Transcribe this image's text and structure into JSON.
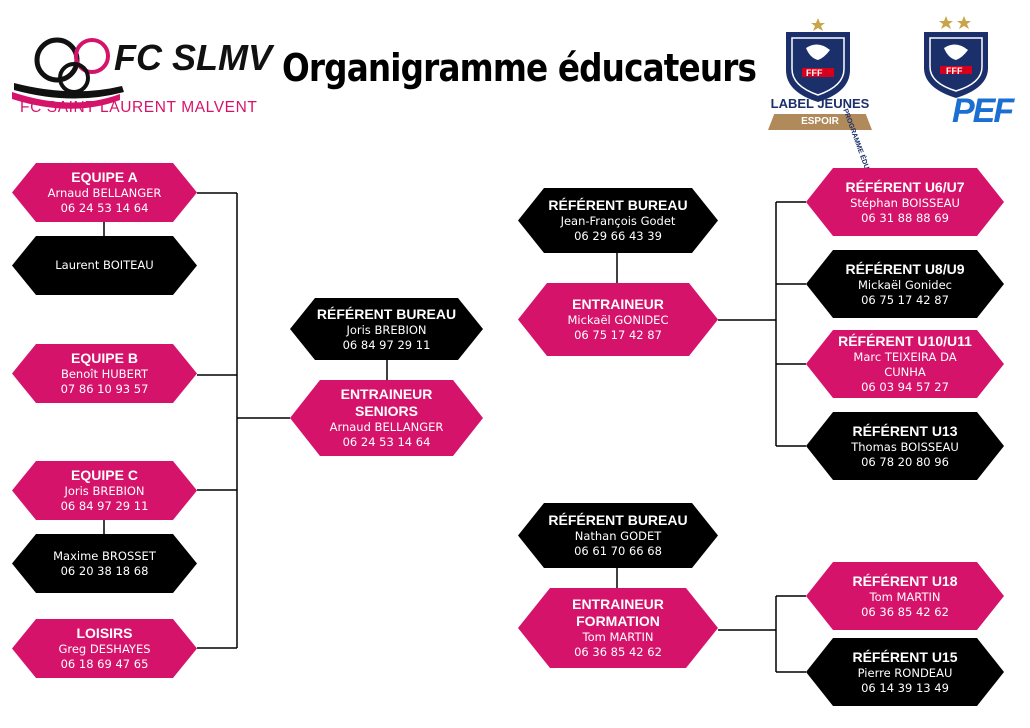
{
  "header": {
    "title": "Organigramme éducateurs",
    "club_logo_text": "FC SLMV",
    "club_full_name": "FC SAINT LAURENT MALVENT",
    "label_line1": "LABEL JEUNES",
    "label_line2": "ESPOIR",
    "fff_text": "FFF",
    "pef_text": "PEF",
    "pef_vertical": "PROGRAMME ÉDUCATIF FÉDÉRAL"
  },
  "colors": {
    "pink": "#d6136b",
    "black": "#000000",
    "fff_navy": "#1b2f6b",
    "pef_blue": "#1a6fd0"
  },
  "left": {
    "equipe_a": {
      "title": "EQUIPE A",
      "name": "Arnaud BELLANGER",
      "phone": "06 24 53 14 64"
    },
    "equipe_a_assist": {
      "name": "Laurent BOITEAU"
    },
    "equipe_b": {
      "title": "EQUIPE B",
      "name": "Benoît HUBERT",
      "phone": "07 86 10 93 57"
    },
    "equipe_c": {
      "title": "EQUIPE C",
      "name": "Joris BREBION",
      "phone": "06 84 97 29 11"
    },
    "equipe_c_assist": {
      "name": "Maxime BROSSET",
      "phone": "06 20 38 18 68"
    },
    "loisirs": {
      "title": "LOISIRS",
      "name": "Greg DESHAYES",
      "phone": "06 18 69 47 65"
    }
  },
  "center": {
    "referent": {
      "title": "RÉFÉRENT BUREAU",
      "name": "Joris BREBION",
      "phone": "06 84 97 29 11"
    },
    "entraineur": {
      "title": "ENTRAINEUR SENIORS",
      "name": "Arnaud BELLANGER",
      "phone": "06 24 53 14 64"
    }
  },
  "ecole": {
    "referent": {
      "title": "RÉFÉRENT BUREAU",
      "name": "Jean-François Godet",
      "phone": "06 29 66 43 39"
    },
    "entraineur": {
      "title": "ENTRAINEUR",
      "name": "Mickaël GONIDEC",
      "phone": "06 75 17 42 87"
    },
    "u6u7": {
      "title": "RÉFÉRENT U6/U7",
      "name": "Stéphan BOISSEAU",
      "phone": "06 31 88 88 69"
    },
    "u8u9": {
      "title": "RÉFÉRENT U8/U9",
      "name": "Mickaël Gonidec",
      "phone": "06 75 17 42 87"
    },
    "u10u11": {
      "title": "RÉFÉRENT U10/U11",
      "name": "Marc TEIXEIRA DA CUNHA",
      "phone": "06 03 94 57 27"
    },
    "u13": {
      "title": "RÉFÉRENT U13",
      "name": "Thomas BOISSEAU",
      "phone": "06 78 20 80 96"
    }
  },
  "formation": {
    "referent": {
      "title": "RÉFÉRENT BUREAU",
      "name": "Nathan GODET",
      "phone": "06 61 70 66 68"
    },
    "entraineur": {
      "title": "ENTRAINEUR FORMATION",
      "name": "Tom MARTIN",
      "phone": "06 36 85 42 62"
    },
    "u18": {
      "title": "RÉFÉRENT U18",
      "name": "Tom MARTIN",
      "phone": "06 36 85 42 62"
    },
    "u15": {
      "title": "RÉFÉRENT U15",
      "name": "Pierre RONDEAU",
      "phone": "06 14 39 13 49"
    }
  }
}
